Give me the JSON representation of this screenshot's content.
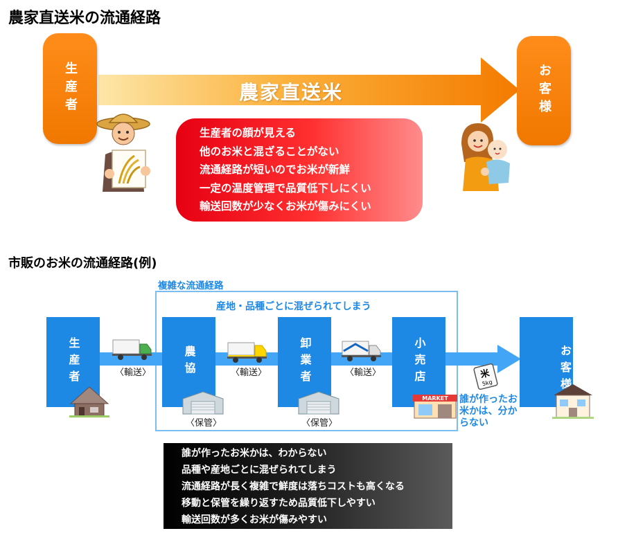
{
  "top": {
    "title": "農家直送米の流通経路",
    "producer": "生産者",
    "customer": "お客様",
    "arrow_label": "農家直送米",
    "merits": [
      "生産者の顔が見える",
      "他のお米と混ざることがない",
      "流通経路が短いのでお米が新鮮",
      "一定の温度管理で品質低下しにくい",
      "輸送回数が少なくお米が傷みにくい"
    ]
  },
  "bottom": {
    "title": "市販のお米の流通経路(例)",
    "complex_label": "複雑な流通経路",
    "mixed_label": "産地・品種ごとに混ぜられてしまう",
    "nodes": {
      "producer": "生産者",
      "nokyo": "農協",
      "wholesaler": "卸業者",
      "retailer": "小売店",
      "customer": "お客様"
    },
    "transport_label": "〈輸送〉",
    "storage_label": "〈保管〉",
    "rice_bag_char": "米",
    "rice_bag_weight": "5kg",
    "store_sign": "MARKET",
    "unknown_text": "誰が作ったお米かは、分からない",
    "demerits": [
      "誰が作ったお米かは、わからない",
      "品種や産地ごとに混ぜられてしまう",
      "流通経路が長く複雑で鮮度は落ちコストも高くなる",
      "移動と保管を繰り返すため品質低下しやすい",
      "輸送回数が多くお米が傷みやすい"
    ]
  },
  "colors": {
    "orange": "#f47b00",
    "red": "#e60012",
    "blue": "#1e88e5",
    "light_blue": "#42a5f5"
  }
}
